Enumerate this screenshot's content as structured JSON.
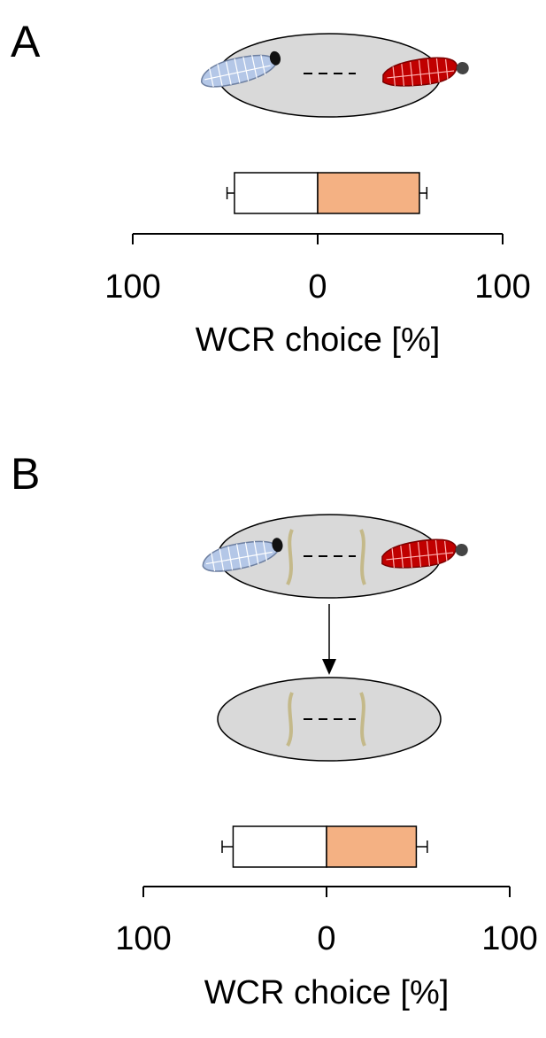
{
  "colors": {
    "arena_fill": "#d9d9d9",
    "healthy_larva": "#b4c7e7",
    "infested_larva": "#c00000",
    "bar_left": "#ffffff",
    "bar_right": "#f4b183",
    "filter_paper": "#c4b98a"
  },
  "panels": [
    {
      "letter": "A"
    },
    {
      "letter": "B"
    }
  ],
  "chart_data": [
    {
      "type": "bar",
      "orientation": "horizontal-diverging",
      "panel": "A",
      "xlabel": "WCR choice [%]",
      "x_ticks": [
        "100",
        "0",
        "100"
      ],
      "xlim": [
        -100,
        100
      ],
      "values": {
        "left": 45,
        "right": 55
      },
      "error": {
        "left": 4,
        "right": 4
      }
    },
    {
      "type": "bar",
      "orientation": "horizontal-diverging",
      "panel": "B",
      "xlabel": "WCR choice [%]",
      "x_ticks": [
        "100",
        "0",
        "100"
      ],
      "xlim": [
        -100,
        100
      ],
      "values": {
        "left": 51,
        "right": 49
      },
      "error": {
        "left": 6,
        "right": 6
      }
    }
  ]
}
